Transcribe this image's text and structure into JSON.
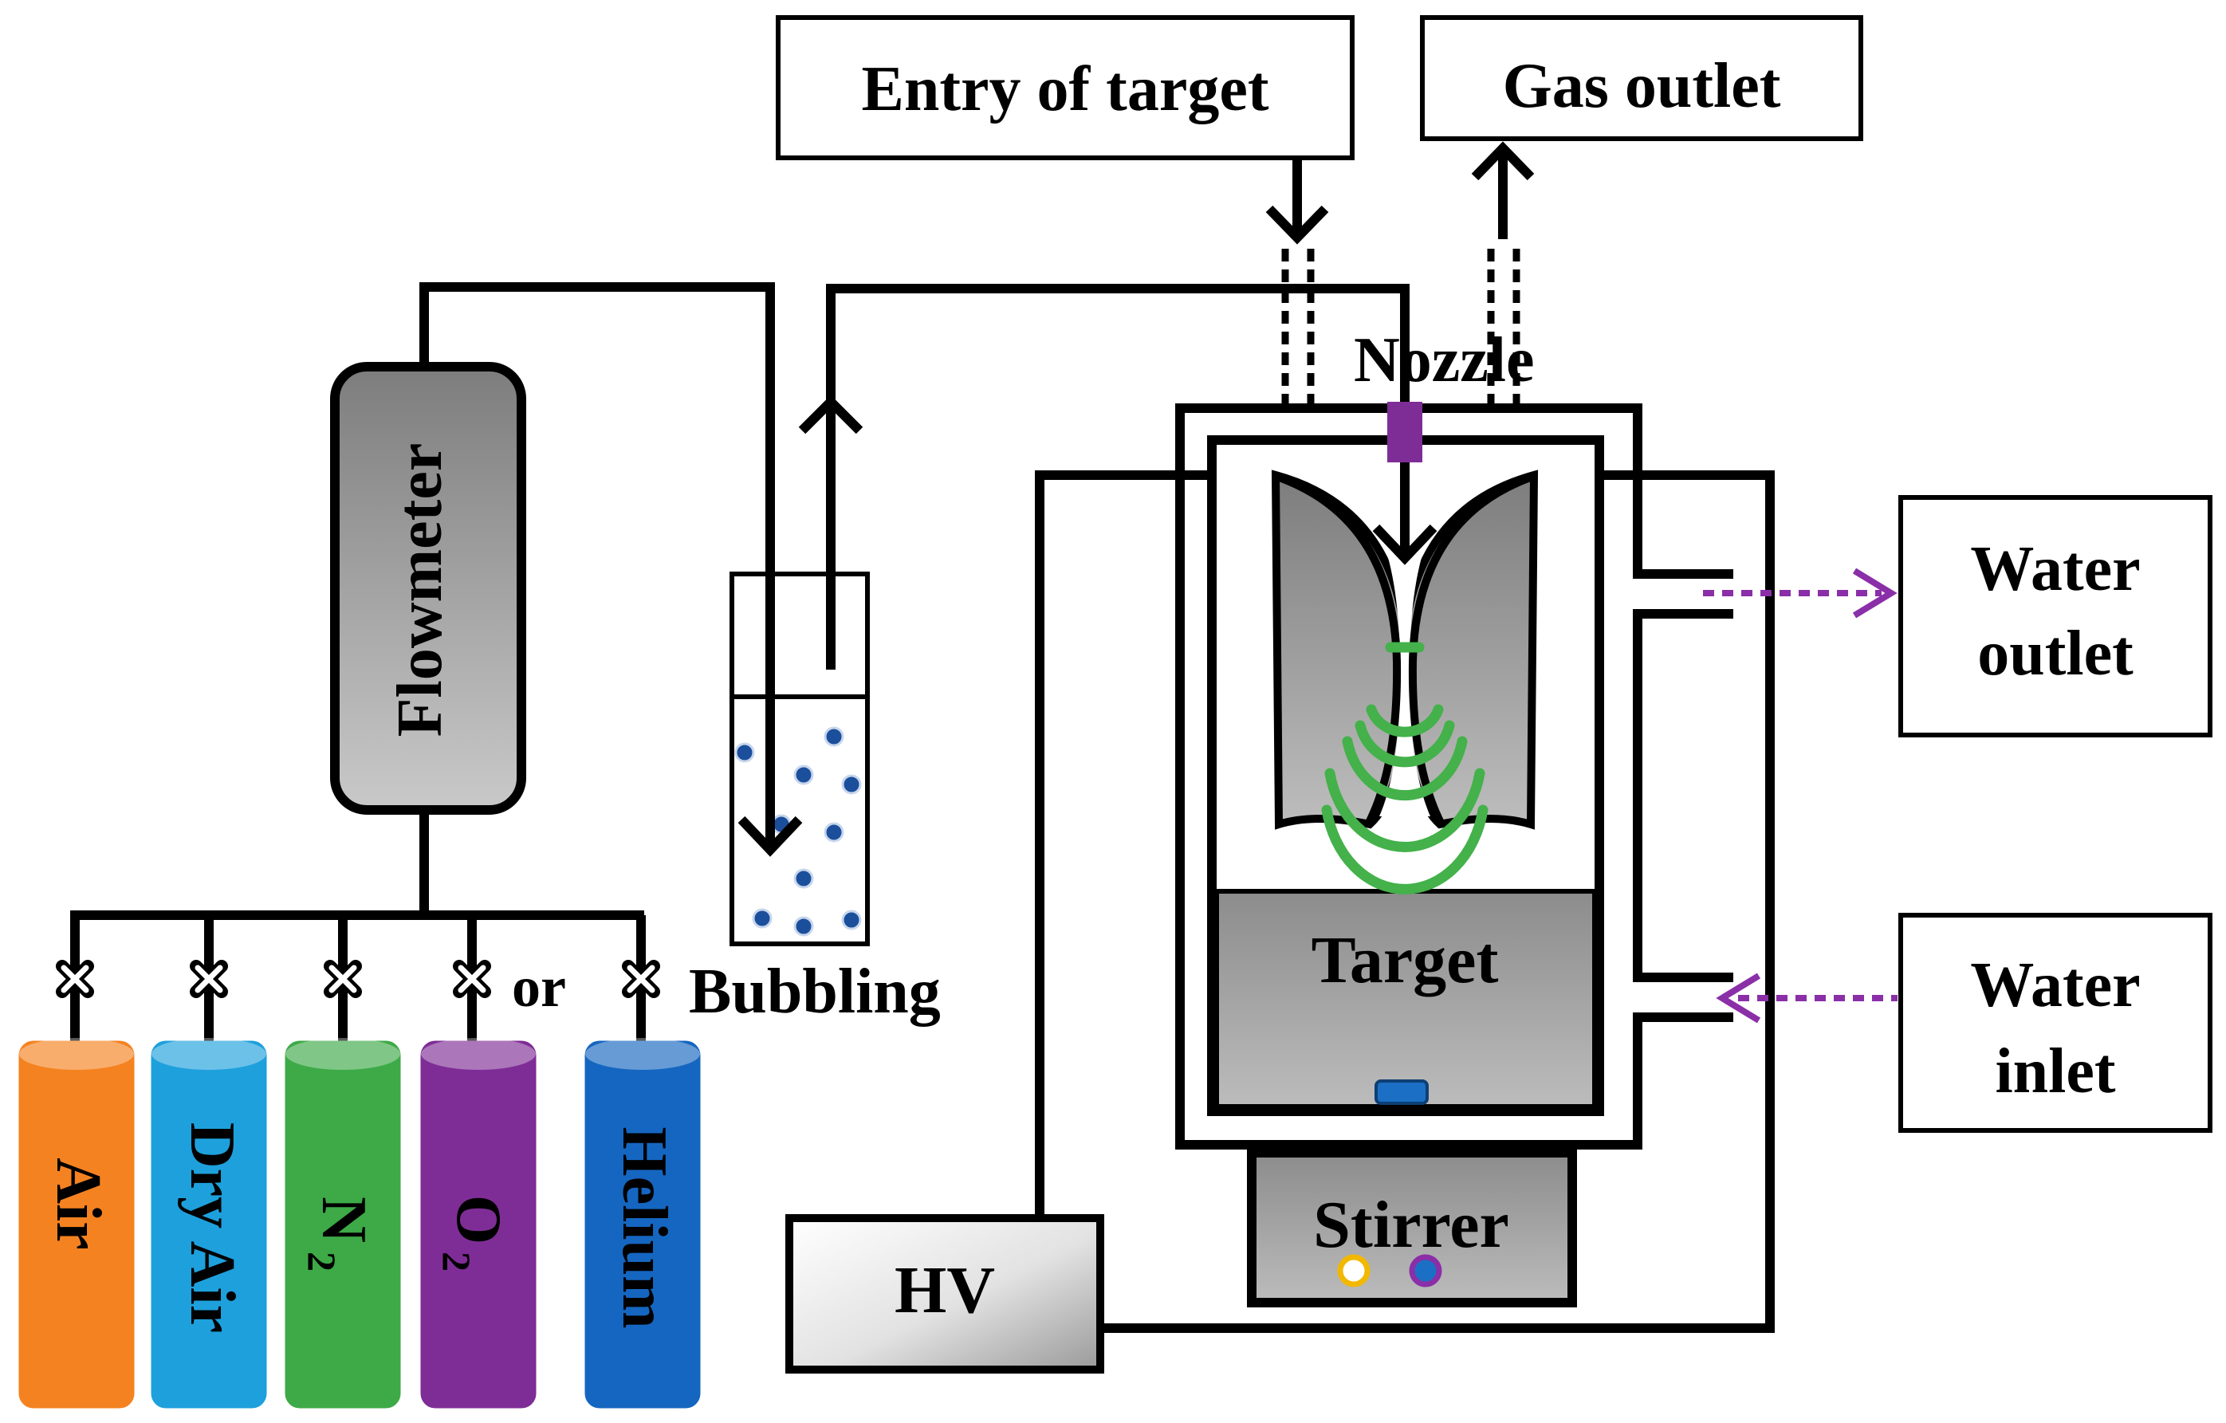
{
  "labels": {
    "entry_of_target": "Entry of target",
    "gas_outlet": "Gas outlet",
    "nozzle": "Nozzle",
    "flowmeter": "Flowmeter",
    "bubbling": "Bubbling",
    "or": "or",
    "target": "Target",
    "stirrer": "Stirrer",
    "hv": "HV",
    "water_outlet_line1": "Water",
    "water_outlet_line2": "outlet",
    "water_inlet_line1": "Water",
    "water_inlet_line2": "inlet"
  },
  "cylinders": [
    {
      "label": "Air",
      "sub": "",
      "color": "#f58220"
    },
    {
      "label": "Dry Air",
      "sub": "",
      "color": "#1ea0dc"
    },
    {
      "label": "N",
      "sub": "2",
      "color": "#3daa47"
    },
    {
      "label": "O",
      "sub": "2",
      "color": "#7f2d96"
    },
    {
      "label": "Helium",
      "sub": "",
      "color": "#1566c0"
    }
  ],
  "colors": {
    "line": "#000000",
    "gray_dark": "#7a7a7a",
    "gray_light": "#c4c4c4",
    "spray": "#44b14a",
    "nozzle": "#7f2d96",
    "water_arrow": "#8a2fa8",
    "bubble": "#1b4f9c",
    "stirbar": "#1b6fc4",
    "port_yellow": "#f2b800",
    "port_purple": "#8a2fa8"
  }
}
